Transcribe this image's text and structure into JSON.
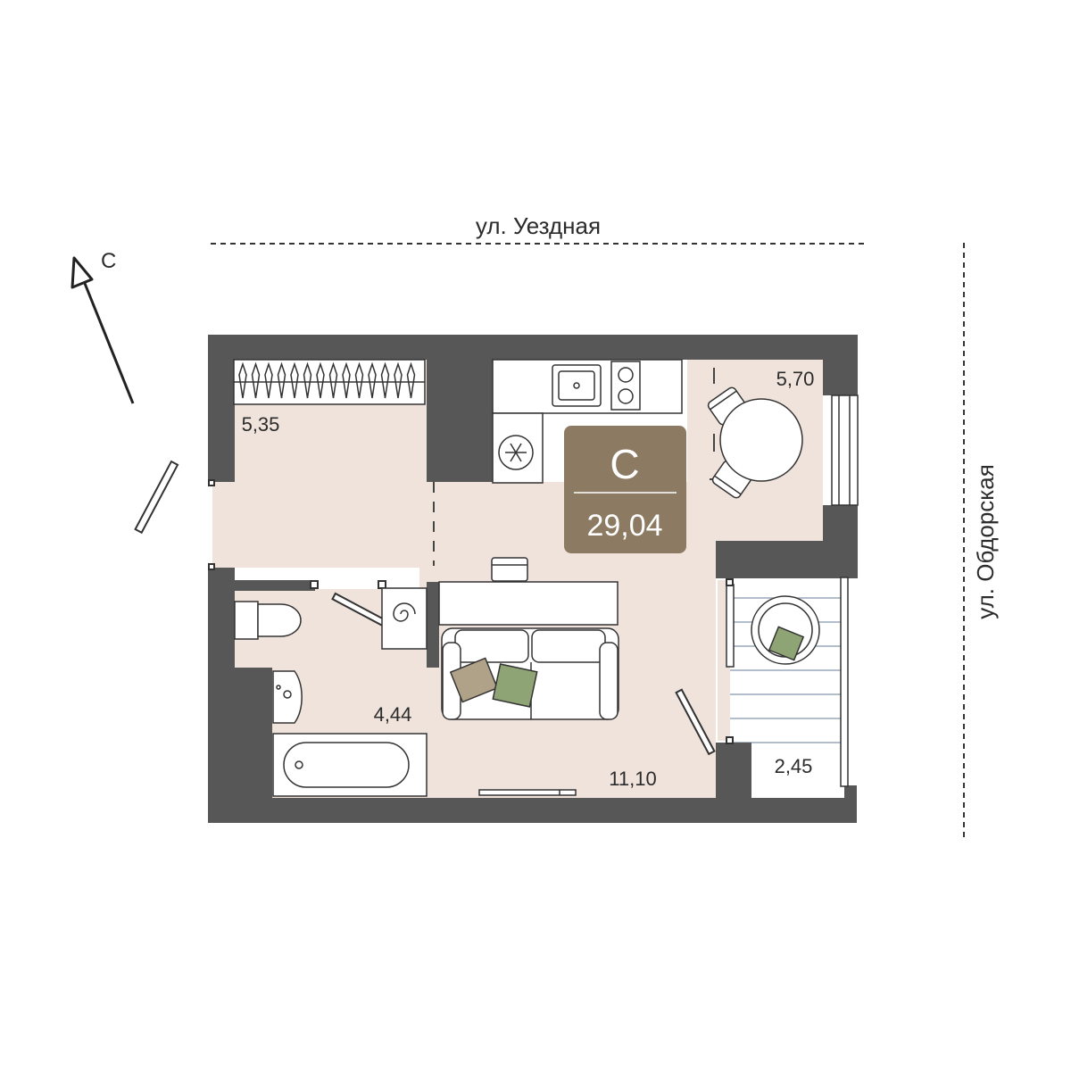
{
  "streets": {
    "top": "ул. Уездная",
    "right": "ул. Обдорская"
  },
  "compass": {
    "label": "С",
    "icon": "north-arrow-icon"
  },
  "badge": {
    "type_label": "С",
    "total_area": "29,04",
    "color": "#8c7b62"
  },
  "rooms": {
    "hallway_area": "5,35",
    "bathroom_area": "4,44",
    "living_area": "11,10",
    "kitchen_area": "5,70",
    "balcony_area": "2,45"
  },
  "colors": {
    "wall": "#575757",
    "floor": "#efe3dc",
    "badge": "#8c7b62",
    "pillow_green": "#8fa474",
    "pillow_beige": "#b0a288"
  },
  "icons": [
    "wardrobe-icon",
    "sink-icon",
    "stove-icon",
    "fridge-icon",
    "table-icon",
    "chair-icon",
    "toilet-icon",
    "washbasin-icon",
    "bathtub-icon",
    "washing-machine-icon",
    "sofa-icon",
    "desk-icon",
    "tv-icon",
    "armchair-icon",
    "door-icon",
    "window-icon"
  ]
}
